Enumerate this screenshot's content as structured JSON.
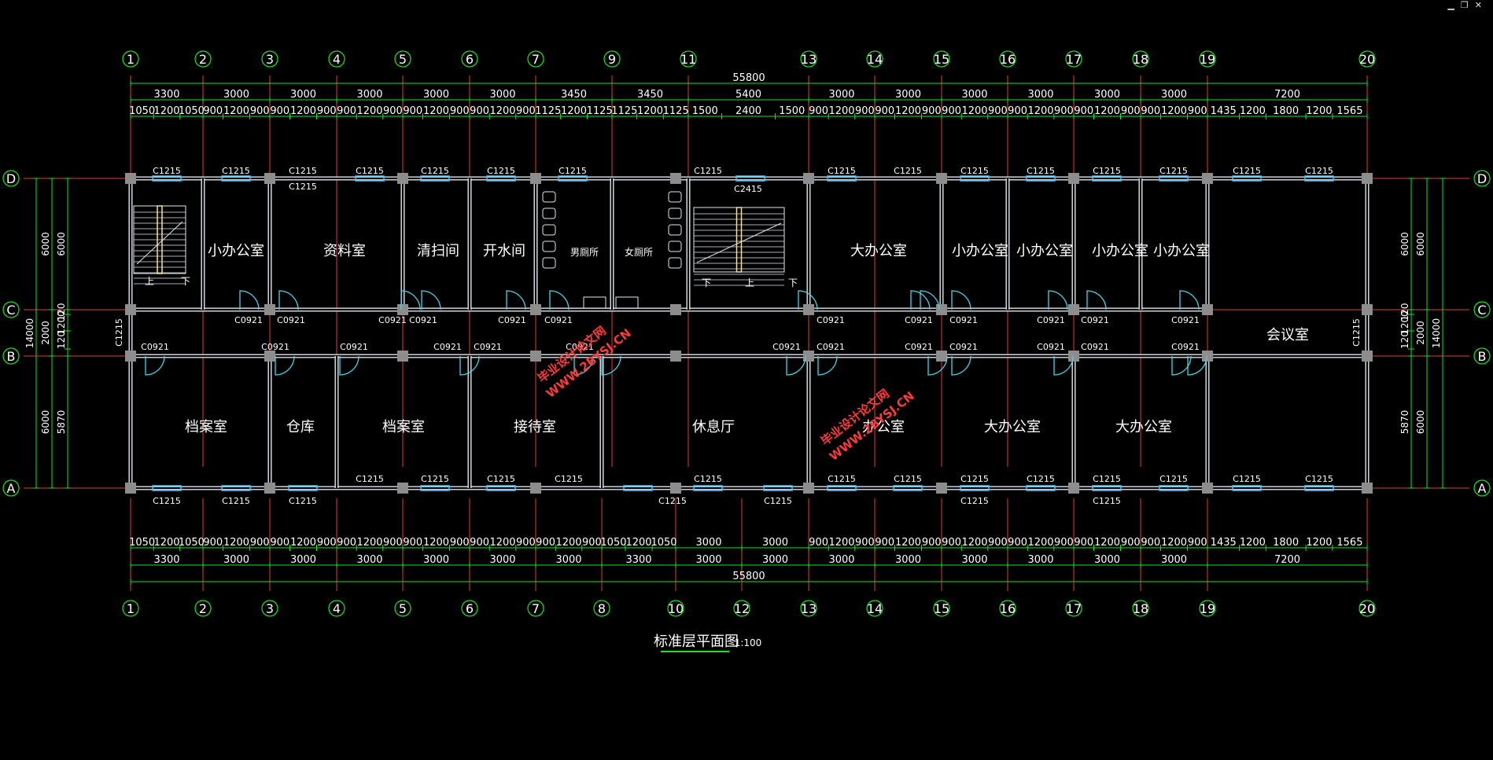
{
  "window_controls": {
    "minimize": "▁",
    "restore": "❐",
    "close": "✕"
  },
  "colors": {
    "grid": "#e83a3a",
    "dim": "#19e619",
    "wall": "#dfe6ee",
    "window": "#41c6ff",
    "door": "#46d3e6",
    "text": "#ffffff",
    "stair": "#f4e38a",
    "column": "#8d8d8d",
    "watermark": "#ff3a3a"
  },
  "axes_top": [
    "1",
    "2",
    "3",
    "4",
    "5",
    "6",
    "7",
    "9",
    "11",
    "13",
    "14",
    "15",
    "16",
    "17",
    "18",
    "19",
    "20"
  ],
  "axes_bottom": [
    "1",
    "2",
    "3",
    "4",
    "5",
    "6",
    "7",
    "8",
    "10",
    "12",
    "13",
    "14",
    "15",
    "16",
    "17",
    "18",
    "19",
    "20"
  ],
  "axes_side": [
    "D",
    "C",
    "B",
    "A"
  ],
  "top_total": "55800",
  "bottom_total": "55800",
  "top_row1": [
    "3300",
    "3000",
    "3000",
    "3000",
    "3000",
    "3000",
    "3450",
    "3450",
    "5400",
    "3000",
    "3000",
    "3000",
    "3000",
    "3000",
    "3000",
    "7200"
  ],
  "top_row2": [
    "1050",
    "1200",
    "1050",
    "900",
    "1200",
    "900",
    "900",
    "1200",
    "900",
    "900",
    "1200",
    "900",
    "900",
    "1200",
    "900",
    "900",
    "1200",
    "900",
    "1125",
    "1200",
    "1125",
    "1125",
    "1200",
    "1125",
    "1500",
    "2400",
    "1500",
    "900",
    "1200",
    "900",
    "900",
    "1200",
    "900",
    "900",
    "1200",
    "900",
    "900",
    "1200",
    "900",
    "900",
    "1200",
    "900",
    "900",
    "1200",
    "900",
    "1435",
    "1200",
    "1800",
    "1200",
    "1565"
  ],
  "bottom_row1": [
    "3300",
    "3000",
    "3000",
    "3000",
    "3000",
    "3000",
    "3000",
    "3300",
    "3000",
    "3000",
    "3000",
    "3000",
    "3000",
    "3000",
    "3000",
    "3000",
    "7200"
  ],
  "bottom_row2": [
    "1050",
    "1200",
    "1050",
    "900",
    "1200",
    "900",
    "900",
    "1200",
    "900",
    "900",
    "1200",
    "900",
    "900",
    "1200",
    "900",
    "900",
    "1200",
    "900",
    "900",
    "1200",
    "900",
    "1050",
    "1200",
    "1050",
    "3000",
    "3000",
    "900",
    "1200",
    "900",
    "900",
    "1200",
    "900",
    "900",
    "1200",
    "900",
    "900",
    "1200",
    "900",
    "900",
    "1200",
    "900",
    "900",
    "1200",
    "900",
    "1435",
    "1200",
    "1800",
    "1200",
    "1565"
  ],
  "left_dims": {
    "outer": "14000",
    "a": "6000",
    "b": "2000",
    "c": "6000",
    "d": "6000",
    "e": "120",
    "f": "1200",
    "g": "120",
    "h": "5870"
  },
  "right_dims": {
    "outer": "14000",
    "a": "6000",
    "b": "2000",
    "c": "6000",
    "d": "6000",
    "e": "120",
    "f": "1200",
    "g": "120",
    "h": "5870"
  },
  "rooms_north": [
    "小办公室",
    "资料室",
    "清扫间",
    "开水间",
    "男厕所",
    "女厕所",
    "大办公室",
    "小办公室",
    "小办公室",
    "小办公室",
    "小办公室"
  ],
  "rooms_south": [
    "档案室",
    "仓库",
    "档案室",
    "接待室",
    "休息厅",
    "办公室",
    "大办公室",
    "大办公室",
    "会议室"
  ],
  "stair_marks": [
    "上",
    "下",
    "下",
    "上",
    "下"
  ],
  "window_north": [
    "C1215",
    "C1215",
    "C1215",
    "C1215",
    "C1215",
    "C1215",
    "C1215",
    "C1215",
    "C1215",
    "C1215",
    "C1215",
    "C1215",
    "C1215",
    "C1215",
    "C1215",
    "C1215",
    "C1215"
  ],
  "window_inner": [
    "C1215",
    "C2415"
  ],
  "window_south": [
    "C1215",
    "C1215",
    "C1215",
    "C1215",
    "C1215",
    "C1215",
    "C1215",
    "C1215",
    "C1215",
    "C1215",
    "C1215",
    "C1215",
    "C1215",
    "C1215",
    "C1215",
    "C1215",
    "C1215"
  ],
  "window_south_outer": [
    "C1215",
    "C1215",
    "C1215",
    "C1215",
    "C1215",
    "C1215",
    "C1215",
    "C1215",
    "C1215"
  ],
  "side_windows": [
    "C1215",
    "C1215"
  ],
  "doors_north": [
    "C0921",
    "C0921",
    "C0921",
    "C0921",
    "C0921",
    "C0921",
    "C0921",
    "C0921",
    "C0921",
    "C0921",
    "C0921"
  ],
  "doors_south": [
    "C0921",
    "C0921",
    "C0921",
    "C0921",
    "C0921",
    "C0921",
    "C0921",
    "C0921",
    "C0921",
    "C0921",
    "C0921",
    "C0921",
    "C0921"
  ],
  "watermark": [
    "毕业设计论文网",
    "WWW.2BYSJ.CN",
    "毕业设计论文网",
    "WWW.2BYSJ.CN"
  ],
  "drawing_title": "标准层平面图",
  "drawing_scale": "1:100"
}
